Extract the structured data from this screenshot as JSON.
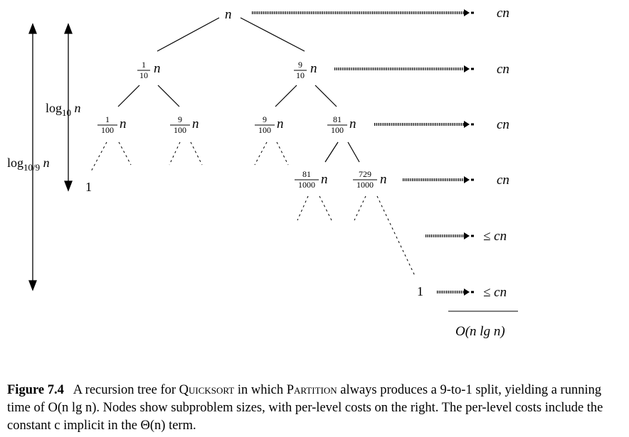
{
  "tree": {
    "root": "n",
    "level1": [
      {
        "num": "1",
        "den": "10",
        "var": "n"
      },
      {
        "num": "9",
        "den": "10",
        "var": "n"
      }
    ],
    "level2": [
      {
        "num": "1",
        "den": "100",
        "var": "n"
      },
      {
        "num": "9",
        "den": "100",
        "var": "n"
      },
      {
        "num": "9",
        "den": "100",
        "var": "n"
      },
      {
        "num": "81",
        "den": "100",
        "var": "n"
      }
    ],
    "level3": [
      {
        "num": "81",
        "den": "1000",
        "var": "n"
      },
      {
        "num": "729",
        "den": "1000",
        "var": "n"
      }
    ],
    "leaf_left": "1",
    "leaf_right": "1"
  },
  "costs": [
    "cn",
    "cn",
    "cn",
    "cn",
    "≤ cn",
    "≤ cn"
  ],
  "total": "O(n lg n)",
  "left_axis": {
    "short_label": "log₁₀ n",
    "long_label": "log₁₀/₉ n"
  },
  "caption": {
    "figure_label": "Figure 7.4",
    "text_part1": "A recursion tree for ",
    "quicksort": "Quicksort",
    "text_part2": " in which ",
    "partition": "Partition",
    "text_part3": " always produces a 9-to-1 split, yielding a running time of O(n lg n). Nodes show subproblem sizes, with per-level costs on the right. The per-level costs include the constant c implicit in the Θ(n) term."
  }
}
